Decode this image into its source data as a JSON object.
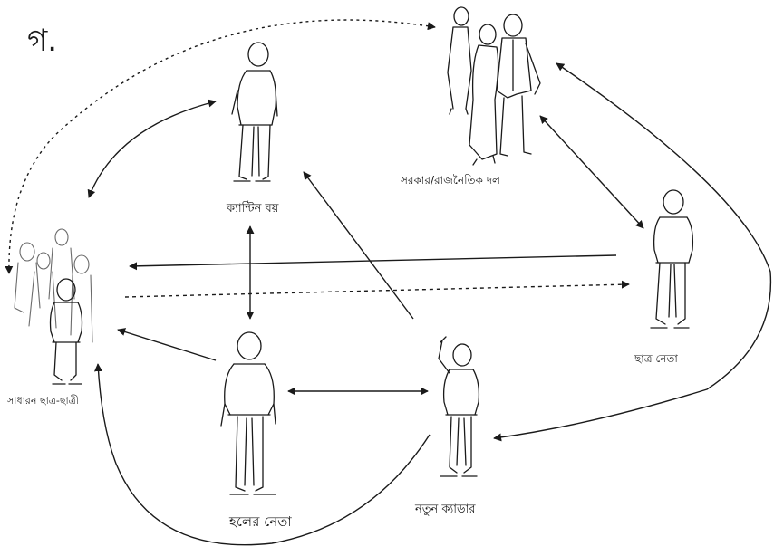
{
  "panel_label": "গ.",
  "nodes": {
    "canteen_boy": "ক্যান্টিন বয়",
    "government": "সরকার/রাজনৈতিক দল",
    "student_leader": "ছাত্র নেতা",
    "general_students": "সাধারন ছাত্র-ছাত্রী",
    "hall_leader": "হলের নেতা",
    "new_cadre": "নতুন ক্যাডার"
  },
  "colors": {
    "ink": "#1a1a1a",
    "background": "#ffffff"
  }
}
